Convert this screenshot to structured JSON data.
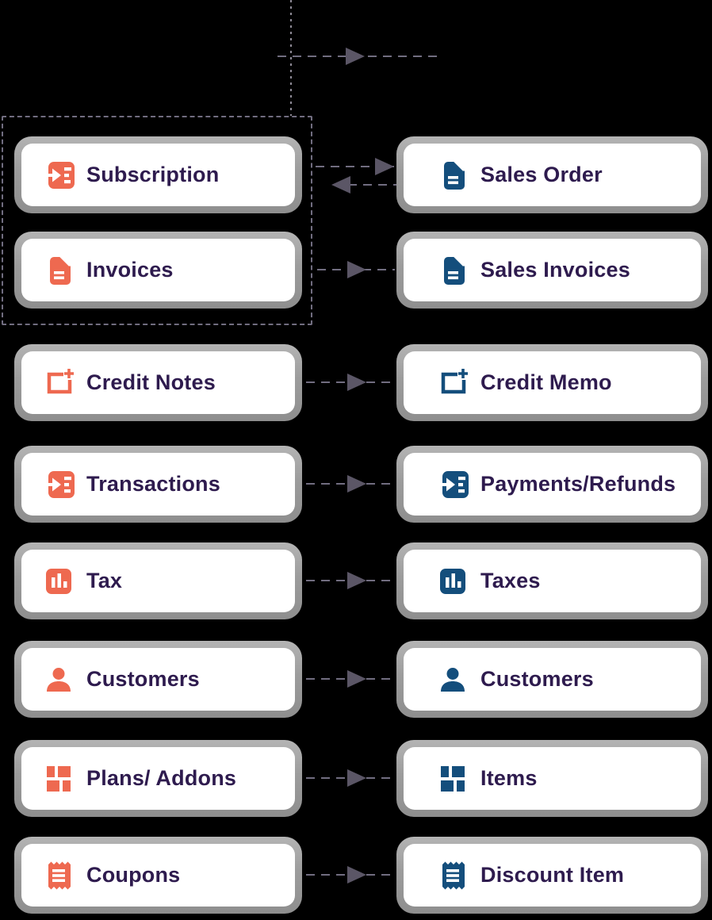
{
  "colors": {
    "background": "#000000",
    "left_icon": "#EE6950",
    "right_icon": "#144E7C",
    "label_text": "#2E1B4E",
    "card_frame": "#9C9C9C",
    "card_background": "#FFFFFF",
    "connector_dash": "#716D80",
    "arrowhead": "#5B5666"
  },
  "top_arrow": {
    "direction": "right"
  },
  "group": {
    "contains": [
      "Subscription",
      "Invoices"
    ]
  },
  "rows": [
    {
      "connector": "bidirectional",
      "left": {
        "label": "Subscription",
        "icon": "arrow-into-list-icon",
        "icon_ref": "#arrow-list-icon"
      },
      "right": {
        "label": "Sales Order",
        "icon": "document-icon",
        "icon_ref": "#document-icon"
      }
    },
    {
      "connector": "left-to-right",
      "left": {
        "label": "Invoices",
        "icon": "document-icon",
        "icon_ref": "#document-icon"
      },
      "right": {
        "label": "Sales Invoices",
        "icon": "document-icon",
        "icon_ref": "#document-icon"
      }
    },
    {
      "connector": "left-to-right",
      "left": {
        "label": "Credit Notes",
        "icon": "credit-note-plus-icon",
        "icon_ref": "#credit-plus-icon"
      },
      "right": {
        "label": "Credit Memo",
        "icon": "credit-note-plus-icon",
        "icon_ref": "#credit-plus-icon"
      }
    },
    {
      "connector": "left-to-right",
      "left": {
        "label": "Transactions",
        "icon": "arrow-into-list-icon",
        "icon_ref": "#arrow-list-icon"
      },
      "right": {
        "label": "Payments/Refunds",
        "icon": "arrow-into-list-icon",
        "icon_ref": "#arrow-list-icon"
      }
    },
    {
      "connector": "left-to-right",
      "left": {
        "label": "Tax",
        "icon": "bar-chart-icon",
        "icon_ref": "#bar-chart-icon"
      },
      "right": {
        "label": "Taxes",
        "icon": "bar-chart-icon",
        "icon_ref": "#bar-chart-icon"
      }
    },
    {
      "connector": "left-to-right",
      "left": {
        "label": "Customers",
        "icon": "person-icon",
        "icon_ref": "#person-icon"
      },
      "right": {
        "label": "Customers",
        "icon": "person-icon",
        "icon_ref": "#person-icon"
      }
    },
    {
      "connector": "left-to-right",
      "left": {
        "label": "Plans/ Addons",
        "icon": "grid-icon",
        "icon_ref": "#grid-icon"
      },
      "right": {
        "label": "Items",
        "icon": "grid-icon",
        "icon_ref": "#grid-icon"
      }
    },
    {
      "connector": "left-to-right",
      "left": {
        "label": "Coupons",
        "icon": "ticket-icon",
        "icon_ref": "#ticket-icon"
      },
      "right": {
        "label": "Discount Item",
        "icon": "ticket-icon",
        "icon_ref": "#ticket-icon"
      }
    }
  ]
}
